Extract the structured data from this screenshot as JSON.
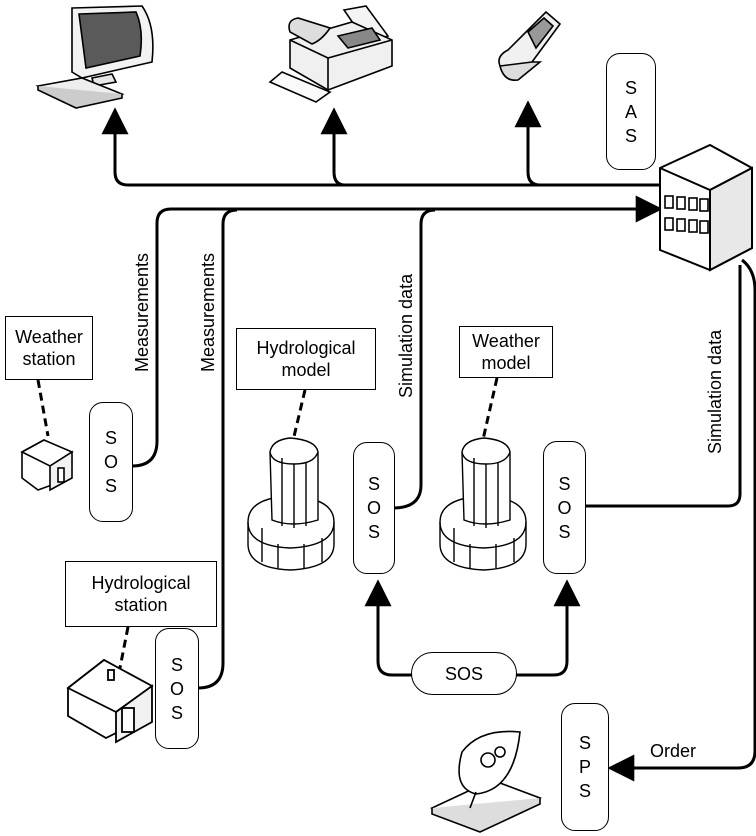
{
  "labels": {
    "weather_station": [
      "Weather",
      "station"
    ],
    "hydrological_station": [
      "Hydrological",
      "station"
    ],
    "hydrological_model": [
      "Hydrological",
      "model"
    ],
    "weather_model": [
      "Weather",
      "model"
    ],
    "measurements_1": "Measurements",
    "measurements_2": "Measurements",
    "simulation_data_1": "Simulation data",
    "simulation_data_2": "Simulation data",
    "order": "Order"
  },
  "services": {
    "sas": [
      "S",
      "A",
      "S"
    ],
    "sos_weather_station": [
      "S",
      "O",
      "S"
    ],
    "sos_hydro_station": [
      "S",
      "O",
      "S"
    ],
    "sos_hydro_model": [
      "S",
      "O",
      "S"
    ],
    "sos_weather_model": [
      "S",
      "O",
      "S"
    ],
    "sos_bottom": "SOS",
    "sps": [
      "S",
      "P",
      "S"
    ]
  },
  "icons": [
    "computer-icon",
    "fax-icon",
    "mobile-phone-icon",
    "office-building-icon",
    "house-icon",
    "cylinder-model-icon",
    "satellite-dish-icon"
  ]
}
